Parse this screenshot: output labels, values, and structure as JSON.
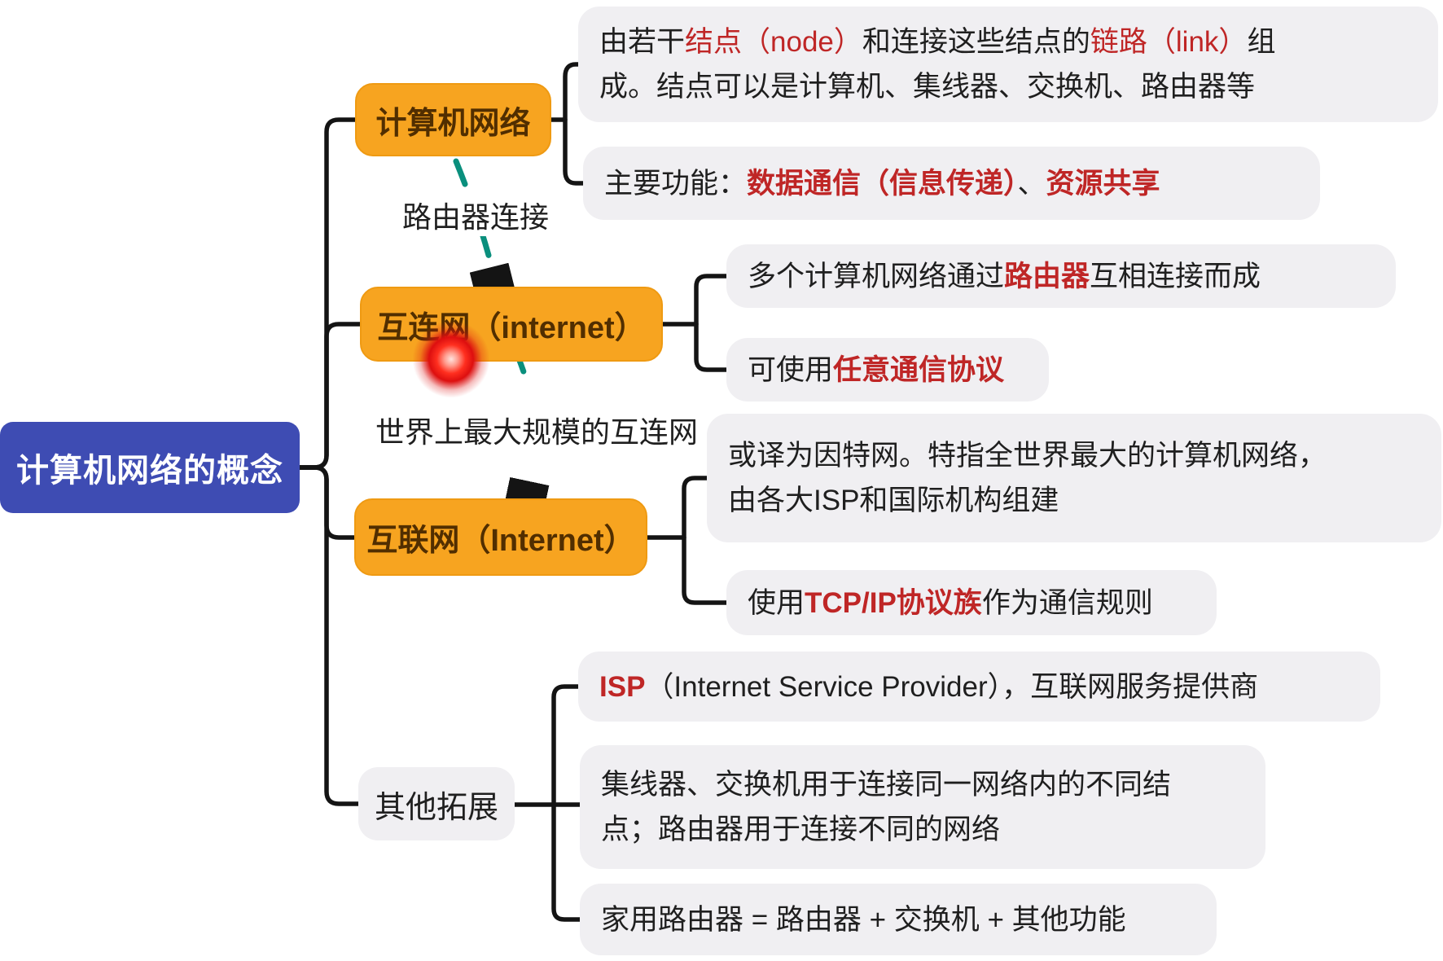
{
  "colors": {
    "branch_node_fill": "#f7a420",
    "branch_node_text": "#512e00",
    "root_fill": "#3e4cb3",
    "root_text": "#ffffff",
    "leaf_fill": "#f0eff2",
    "body_text": "#1f1f1f",
    "highlight_red": "#bf2626",
    "arrow_teal": "#0a8f7d",
    "connector_black": "#141414",
    "laser_red": "#dd0f0f"
  },
  "root": {
    "label": "计算机网络的概念"
  },
  "edge_labels": [
    {
      "text": "路由器连接"
    },
    {
      "text": "世界上最大规模的互连网"
    }
  ],
  "branches": [
    {
      "label": "计算机网络",
      "leaves": [
        [
          {
            "text": "由若干",
            "style": "plain"
          },
          {
            "text": "结点（node）",
            "style": "red"
          },
          {
            "text": "和连接这些结点的",
            "style": "plain"
          },
          {
            "text": "链路（link）",
            "style": "red"
          },
          {
            "text": "组",
            "style": "plain"
          },
          {
            "style": "br"
          },
          {
            "text": "成。结点可以是计算机、集线器、交换机、路由器等",
            "style": "plain"
          }
        ],
        [
          {
            "text": "主要功能：",
            "style": "plain"
          },
          {
            "text": "数据通信（信息传递）",
            "style": "red-bold"
          },
          {
            "text": "、",
            "style": "plain"
          },
          {
            "text": "资源共享",
            "style": "red-bold"
          }
        ]
      ]
    },
    {
      "label": "互连网（internet）",
      "leaves": [
        [
          {
            "text": "多个计算机网络通过",
            "style": "plain"
          },
          {
            "text": "路由器",
            "style": "red-bold"
          },
          {
            "text": "互相连接而成",
            "style": "plain"
          }
        ],
        [
          {
            "text": "可使用",
            "style": "plain"
          },
          {
            "text": "任意通信协议",
            "style": "red-bold"
          }
        ]
      ]
    },
    {
      "label": "互联网（Internet）",
      "leaves": [
        [
          {
            "text": "或译为因特网。特指全世界最大的计算机网络，",
            "style": "plain"
          },
          {
            "style": "br"
          },
          {
            "text": "由各大ISP和国际机构组建",
            "style": "plain"
          }
        ],
        [
          {
            "text": "使用",
            "style": "plain"
          },
          {
            "text": "TCP/IP协议族",
            "style": "red-bold"
          },
          {
            "text": "作为通信规则",
            "style": "plain"
          }
        ]
      ]
    },
    {
      "label": "其他拓展",
      "leaves": [
        [
          {
            "text": "ISP",
            "style": "red-bold"
          },
          {
            "text": "（Internet Service Provider），互联网服务提供商",
            "style": "plain"
          }
        ],
        [
          {
            "text": "集线器、交换机用于连接同一网络内的不同结",
            "style": "plain"
          },
          {
            "style": "br"
          },
          {
            "text": "点；路由器用于连接不同的网络",
            "style": "plain"
          }
        ],
        [
          {
            "text": "家用路由器 = 路由器 + 交换机 + 其他功能",
            "style": "plain"
          }
        ]
      ]
    }
  ]
}
